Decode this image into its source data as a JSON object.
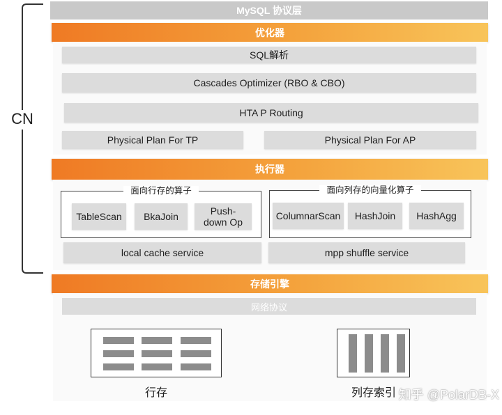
{
  "cn_label": "CN",
  "mysql_layer": "MySQL 协议层",
  "optimizer": {
    "header": "优化器",
    "sql_parse": "SQL解析",
    "cascades": "Cascades Optimizer (RBO & CBO)",
    "htap_routing": "HTA P Routing",
    "plan_tp": "Physical Plan For TP",
    "plan_ap": "Physical Plan For AP"
  },
  "executor": {
    "header": "执行器",
    "row_group": {
      "title": "面向行存的算子",
      "ops": [
        "TableScan",
        "BkaJoin",
        "Push-\ndown Op"
      ]
    },
    "col_group": {
      "title": "面向列存的向量化算子",
      "ops": [
        "ColumnarScan",
        "HashJoin",
        "HashAgg"
      ]
    },
    "local_cache": "local cache service",
    "mpp_shuffle": "mpp shuffle service"
  },
  "storage": {
    "header": "存储引擎",
    "network": "网络协议",
    "row_store": "行存",
    "col_store": "列存索引"
  },
  "watermark": "知乎 @PolarDB-X"
}
